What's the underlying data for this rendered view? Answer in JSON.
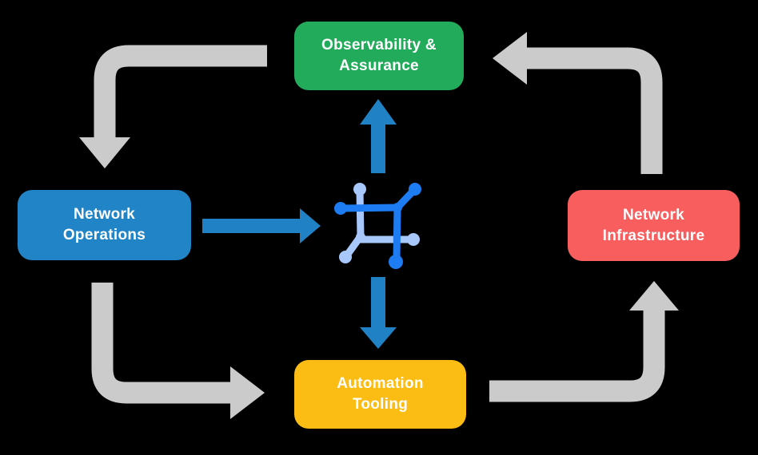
{
  "diagram": {
    "background": "#000000",
    "text_color": "#FFFFFF"
  },
  "nodes": {
    "observability": {
      "label": "Observability & Assurance",
      "line1": "Observability &",
      "line2": "Assurance",
      "color": "#23AB5C"
    },
    "operations": {
      "label": "Network Operations",
      "line1": "Network",
      "line2": "Operations",
      "color": "#2184C6"
    },
    "infrastructure": {
      "label": "Network Infrastructure",
      "line1": "Network",
      "line2": "Infrastructure",
      "color": "#F95E5E"
    },
    "automation": {
      "label": "Automation Tooling",
      "line1": "Automation",
      "line2": "Tooling",
      "color": "#FBBC13"
    }
  },
  "arrows": {
    "gray_color": "#CBCBCB",
    "blue_color": "#2082C4",
    "flows": [
      {
        "from": "Observability & Assurance",
        "to": "Network Operations",
        "style": "gray"
      },
      {
        "from": "Network Operations",
        "to": "Automation Tooling",
        "style": "gray"
      },
      {
        "from": "Automation Tooling",
        "to": "Network Infrastructure",
        "style": "gray"
      },
      {
        "from": "Network Infrastructure",
        "to": "Observability & Assurance",
        "style": "gray"
      },
      {
        "from": "Network Operations",
        "to": "center-icon",
        "style": "blue"
      },
      {
        "from": "center-icon",
        "to": "Observability & Assurance",
        "style": "blue"
      },
      {
        "from": "center-icon",
        "to": "Automation Tooling",
        "style": "blue"
      }
    ]
  },
  "center_icon": {
    "name": "network-mesh-icon",
    "dark_blue": "#1E7CF2",
    "light_blue": "#A8C8FB"
  }
}
